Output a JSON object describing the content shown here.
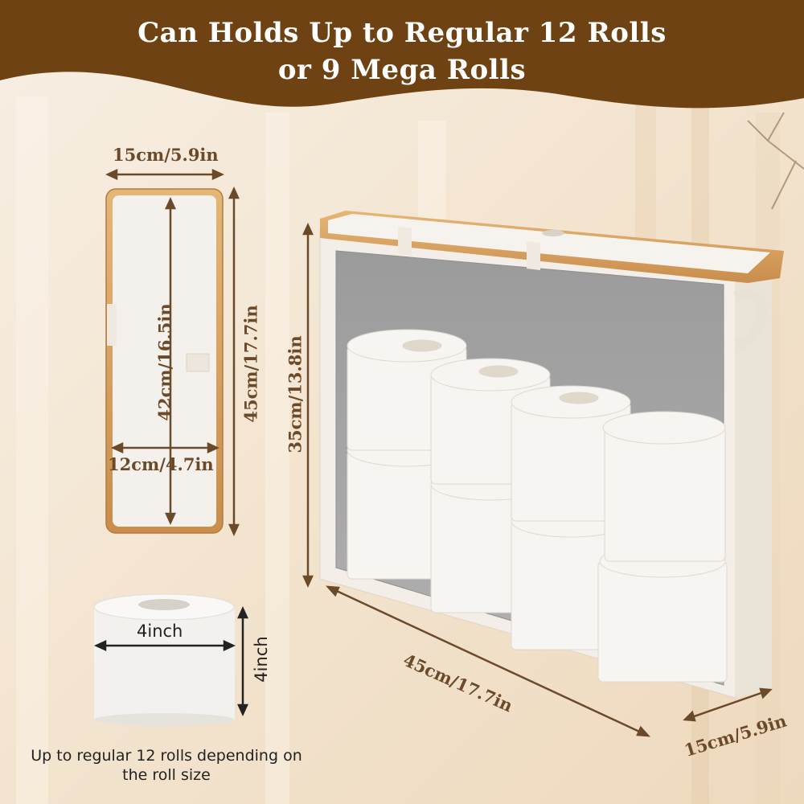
{
  "banner": {
    "line1": "Can Holds Up to Regular 12 Rolls",
    "line2": "or 9 Mega Rolls"
  },
  "dimensions": {
    "top_width": "15cm/5.9in",
    "inner_length": "42cm/16.5in",
    "outer_length": "45cm/17.7in",
    "inner_width": "12cm/4.7in",
    "height": "35cm/13.8in",
    "box_length": "45cm/17.7in",
    "box_depth": "15cm/5.9in",
    "roll_width": "4inch",
    "roll_height": "4inch"
  },
  "caption": "Up to regular 12 rolls depending on the roll size",
  "colors": {
    "banner": "#6e4212",
    "arrow": "#6b4a2a",
    "bamboo": "#d9a466",
    "fabric": "#f3efe8",
    "window": "#a9a8a9"
  }
}
